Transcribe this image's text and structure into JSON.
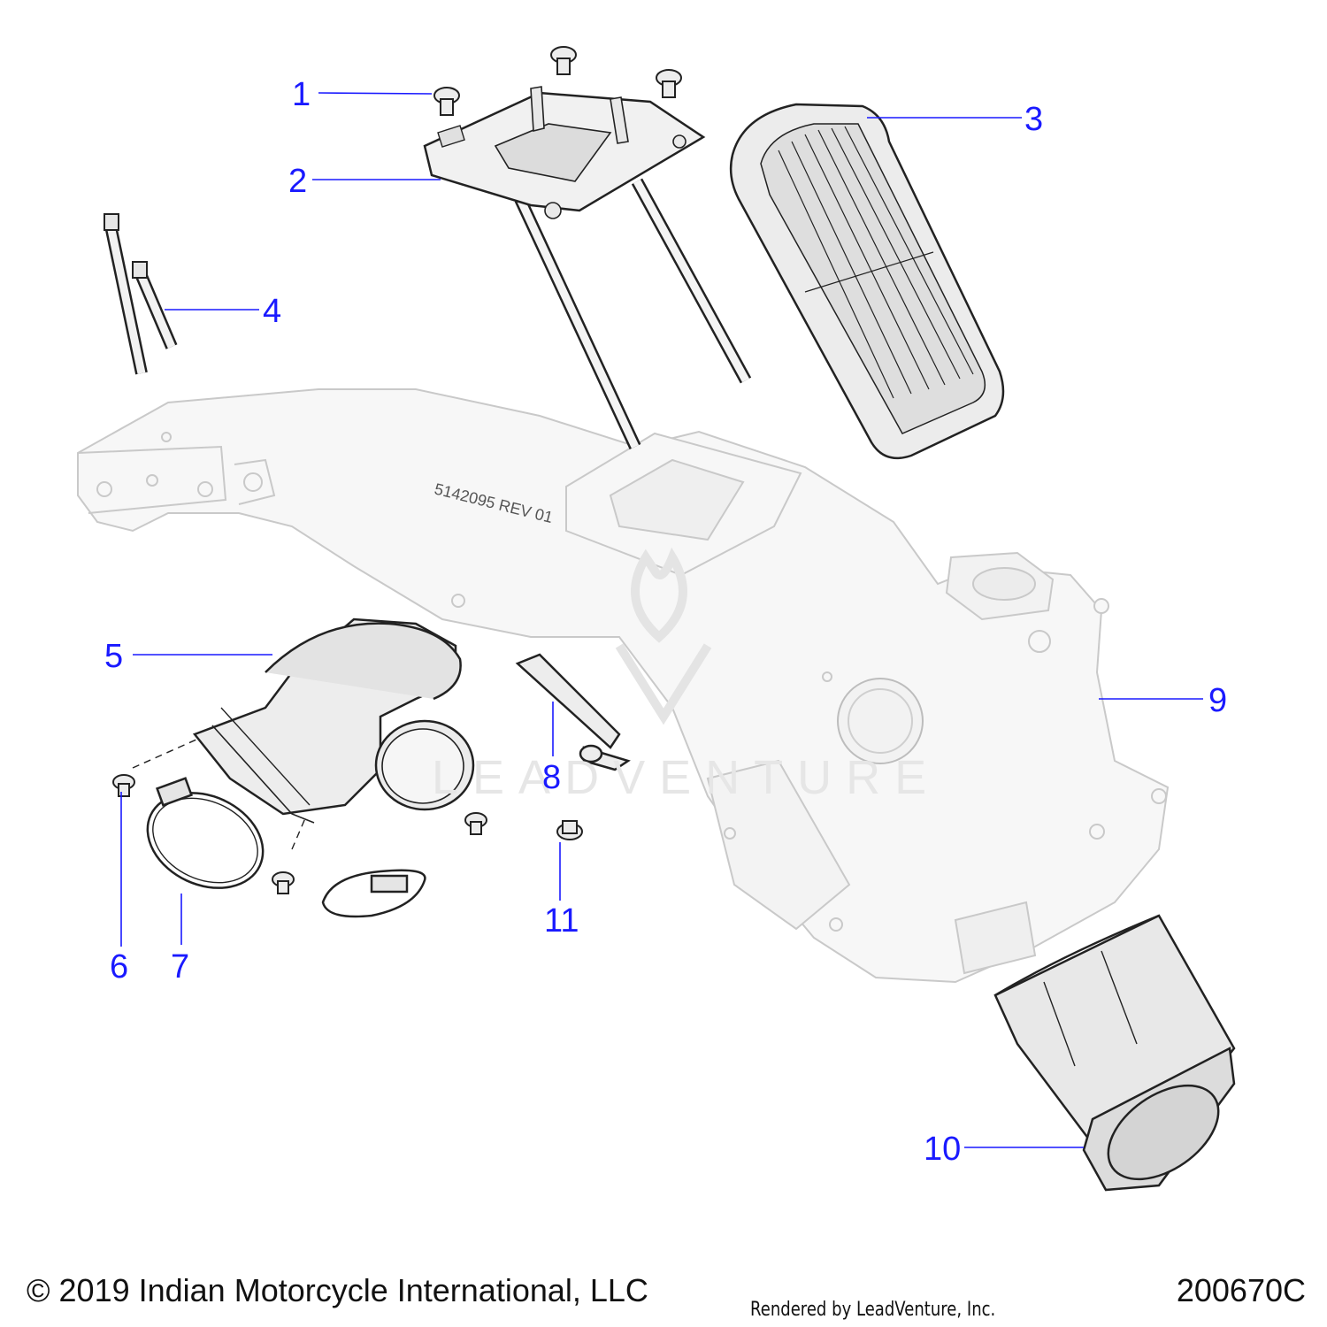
{
  "callouts": [
    "1",
    "2",
    "3",
    "4",
    "5",
    "6",
    "7",
    "8",
    "9",
    "10",
    "11"
  ],
  "part_marking": "5142095  REV  01",
  "watermark_text": "LEADVENTURE",
  "footer": {
    "copyright": "© 2019 Indian Motorcycle International, LLC",
    "rendered_by": "Rendered by LeadVenture, Inc.",
    "diagram_number": "200670C"
  },
  "colors": {
    "callout": "#1a1aff",
    "outline": "#222222",
    "frame_fill": "#f7f7f7"
  }
}
